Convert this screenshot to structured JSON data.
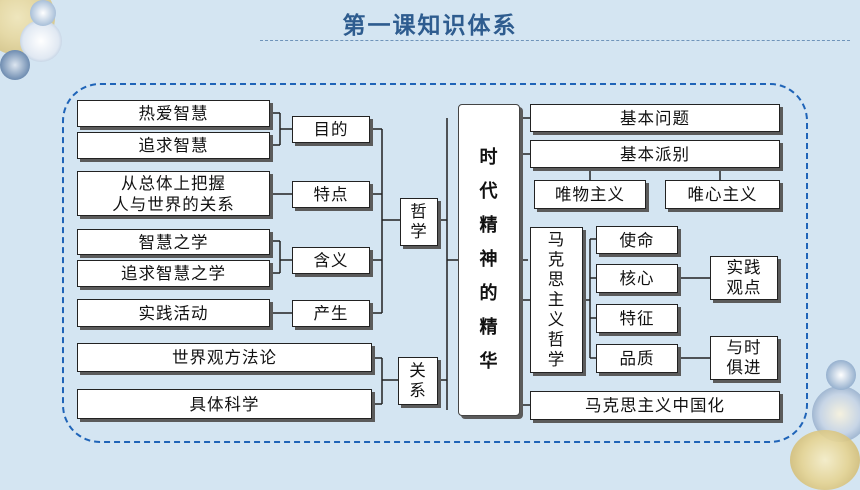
{
  "header": {
    "title": "第一课知识体系"
  },
  "left": {
    "purpose": {
      "items": [
        "热爱智慧",
        "追求智慧"
      ],
      "label": "目的"
    },
    "feature": {
      "item_line1": "从总体上把握",
      "item_line2": "人与世界的关系",
      "label": "特点"
    },
    "meaning": {
      "items": [
        "智慧之学",
        "追求智慧之学"
      ],
      "label": "含义"
    },
    "origin": {
      "item": "实践活动",
      "label": "产生"
    },
    "philosophy": [
      "哲",
      "学"
    ],
    "relation": {
      "items": [
        "世界观方法论",
        "具体科学"
      ],
      "label": [
        "关",
        "系"
      ]
    }
  },
  "center": {
    "chars": [
      "时",
      "代",
      "精",
      "神",
      "的",
      "精",
      "华"
    ]
  },
  "right": {
    "basic_question": "基本问题",
    "basic_schools": "基本派别",
    "materialism": "唯物主义",
    "idealism": "唯心主义",
    "marxism": [
      "马",
      "克",
      "思",
      "主",
      "义",
      "哲",
      "学"
    ],
    "mission": "使命",
    "core": "核心",
    "core_detail": [
      "实践",
      "观点"
    ],
    "features": "特征",
    "quality": "品质",
    "quality_detail": [
      "与时",
      "俱进"
    ],
    "sinicization": "马克思主义中国化"
  },
  "colors": {
    "background": "#d4e5f2",
    "title": "#2e5c8f",
    "frame": "#1f64b8"
  }
}
